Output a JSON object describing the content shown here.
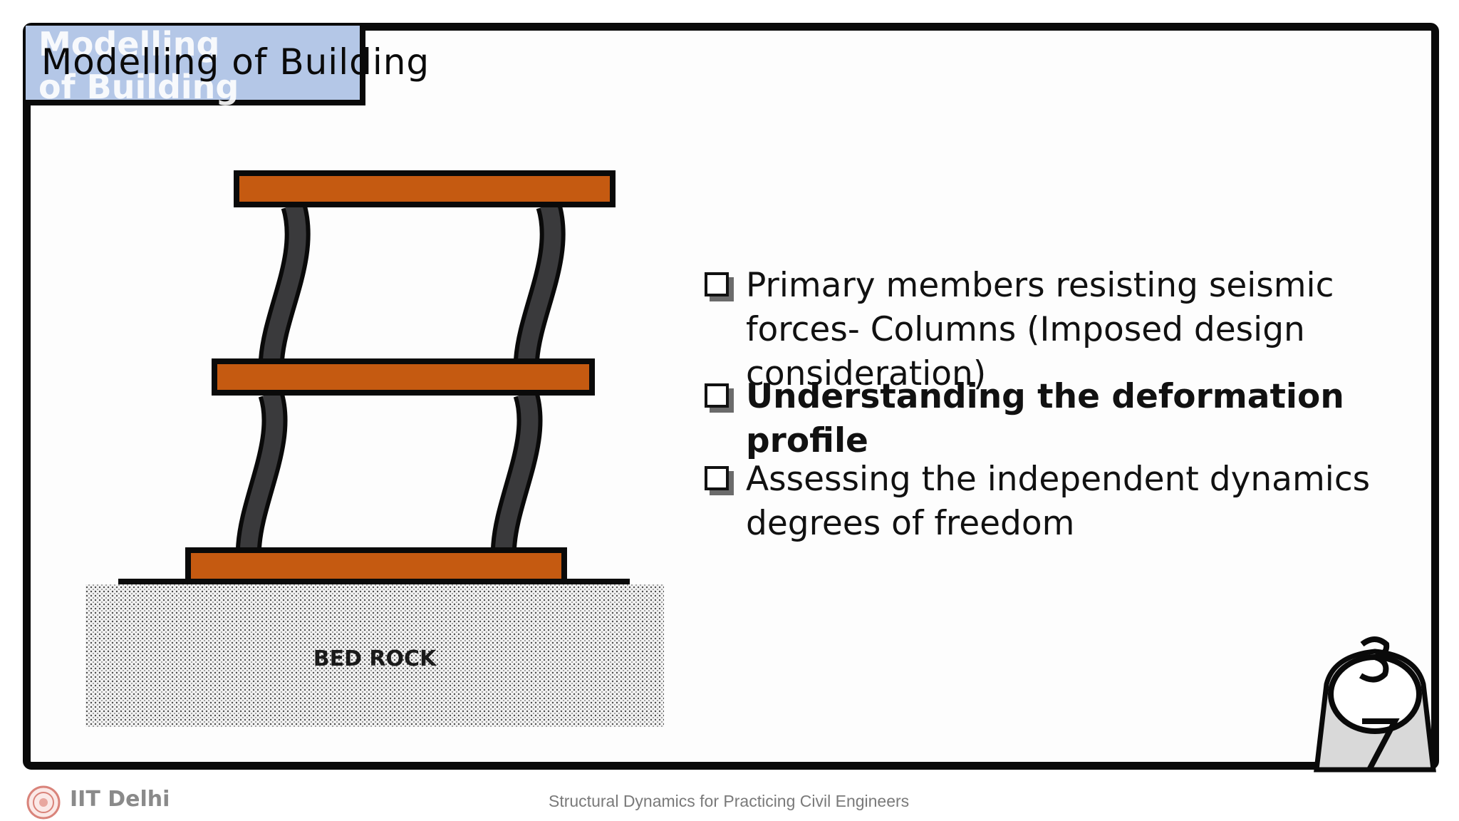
{
  "slide": {
    "title": "Modelling of Building",
    "title_ghost": "Modelling of Building"
  },
  "diagram": {
    "ground_label": "BED ROCK",
    "slab_color": "#c55a11",
    "column_color": "#3a3a3c",
    "ground_color": "#d9d9d9"
  },
  "bullets": [
    {
      "text": "Primary members resisting  seismic forces- Columns (Imposed design consideration)",
      "bold": false
    },
    {
      "text": "Understanding the deformation profile",
      "bold": true
    },
    {
      "text": "Assessing the independent dynamics degrees of freedom",
      "bold": false
    }
  ],
  "footer": {
    "organization": "IIT Delhi",
    "course": "Structural Dynamics for Practicing Civil Engineers"
  },
  "accent_colors": {
    "title_background": "#b4c7e7",
    "frame": "#0a0a0a"
  },
  "icons": {
    "corner_mascot": "weight-mascot-icon",
    "logo": "iit-delhi-emblem-icon",
    "bullet": "square-bullet-icon"
  }
}
